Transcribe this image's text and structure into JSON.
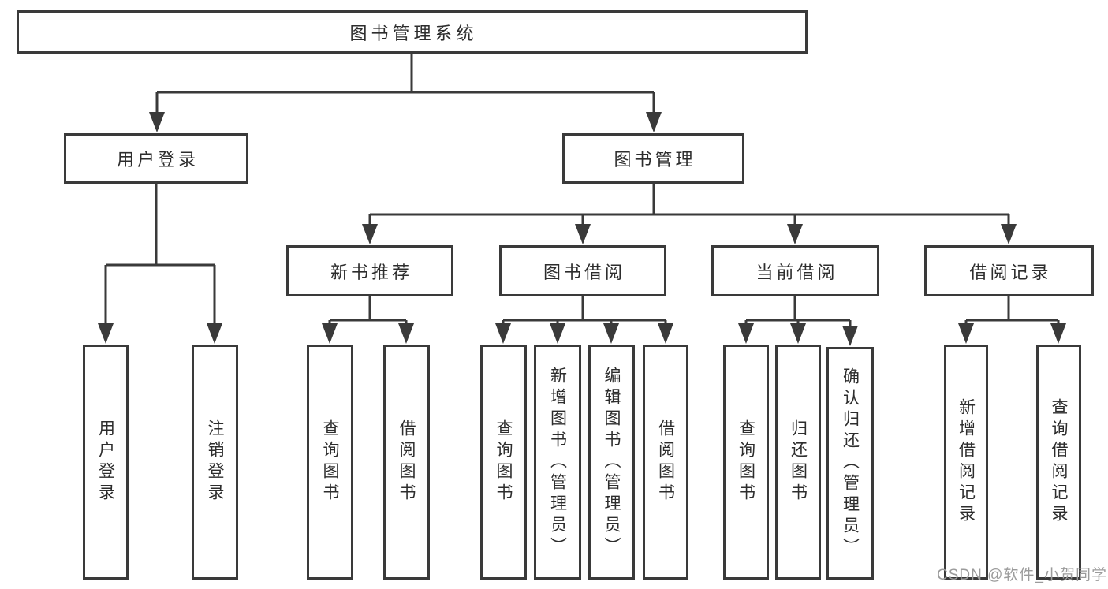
{
  "diagram_title": "图书管理系统",
  "watermark": "CSDN @软件_小贺同学",
  "colors": {
    "line": "#3a3a3a",
    "box_border": "#3a3a3a",
    "text": "#2d2d2d",
    "watermark": "#9b9b9b",
    "background": "#ffffff"
  },
  "nodes": {
    "root": "图书管理系统",
    "user_login": "用户登录",
    "book_mgmt": "图书管理",
    "new_book_rec": "新书推荐",
    "book_borrow": "图书借阅",
    "current_borrow": "当前借阅",
    "borrow_records": "借阅记录",
    "ul_login": "用户登录",
    "ul_logout": "注销登录",
    "nbr_query": "查询图书",
    "nbr_borrow": "借阅图书",
    "bb_query": "查询图书",
    "bb_add": "新增图书（管理员）",
    "bb_edit": "编辑图书（管理员）",
    "bb_borrow": "借阅图书",
    "cb_query": "查询图书",
    "cb_return": "归还图书",
    "cb_confirm": "确认归还（管理员）",
    "br_add": "新增借阅记录",
    "br_query": "查询借阅记录"
  },
  "hierarchy": [
    {
      "label": "图书管理系统",
      "children": [
        {
          "label": "用户登录",
          "children": [
            "用户登录",
            "注销登录"
          ]
        },
        {
          "label": "图书管理",
          "children": [
            {
              "label": "新书推荐",
              "children": [
                "查询图书",
                "借阅图书"
              ]
            },
            {
              "label": "图书借阅",
              "children": [
                "查询图书",
                "新增图书（管理员）",
                "编辑图书（管理员）",
                "借阅图书"
              ]
            },
            {
              "label": "当前借阅",
              "children": [
                "查询图书",
                "归还图书",
                "确认归还（管理员）"
              ]
            },
            {
              "label": "借阅记录",
              "children": [
                "新增借阅记录",
                "查询借阅记录"
              ]
            }
          ]
        }
      ]
    }
  ]
}
